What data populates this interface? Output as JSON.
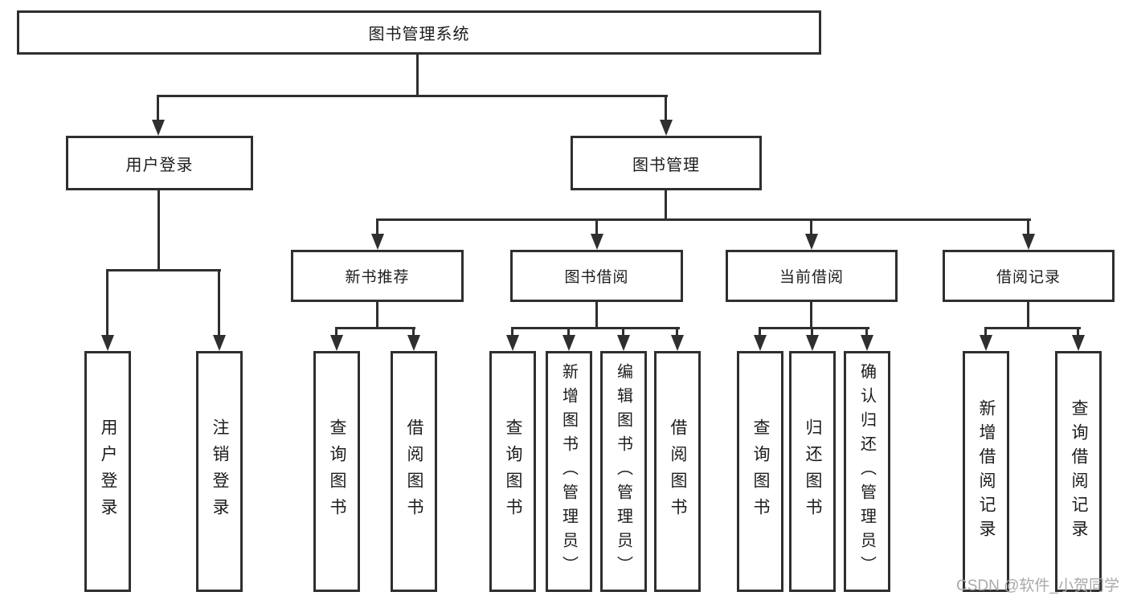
{
  "tree": {
    "label": "图书管理系统",
    "children": [
      {
        "label": "用户登录",
        "children": [
          {
            "label": "用户登录"
          },
          {
            "label": "注销登录"
          }
        ]
      },
      {
        "label": "图书管理",
        "children": [
          {
            "label": "新书推荐",
            "children": [
              {
                "label": "查询图书"
              },
              {
                "label": "借阅图书"
              }
            ]
          },
          {
            "label": "图书借阅",
            "children": [
              {
                "label": "查询图书"
              },
              {
                "label": "新增图书（管理员）"
              },
              {
                "label": "编辑图书（管理员）"
              },
              {
                "label": "借阅图书"
              }
            ]
          },
          {
            "label": "当前借阅",
            "children": [
              {
                "label": "查询图书"
              },
              {
                "label": "归还图书"
              },
              {
                "label": "确认归还（管理员）"
              }
            ]
          },
          {
            "label": "借阅记录",
            "children": [
              {
                "label": "新增借阅记录"
              },
              {
                "label": "查询借阅记录"
              }
            ]
          }
        ]
      }
    ]
  },
  "watermark": {
    "text": "CSDN @软件_小贺同学"
  },
  "colors": {
    "line": "#2f2f2f",
    "text": "#1c1c1c",
    "watermark": "#a9a9ad",
    "background": "#ffffff"
  }
}
